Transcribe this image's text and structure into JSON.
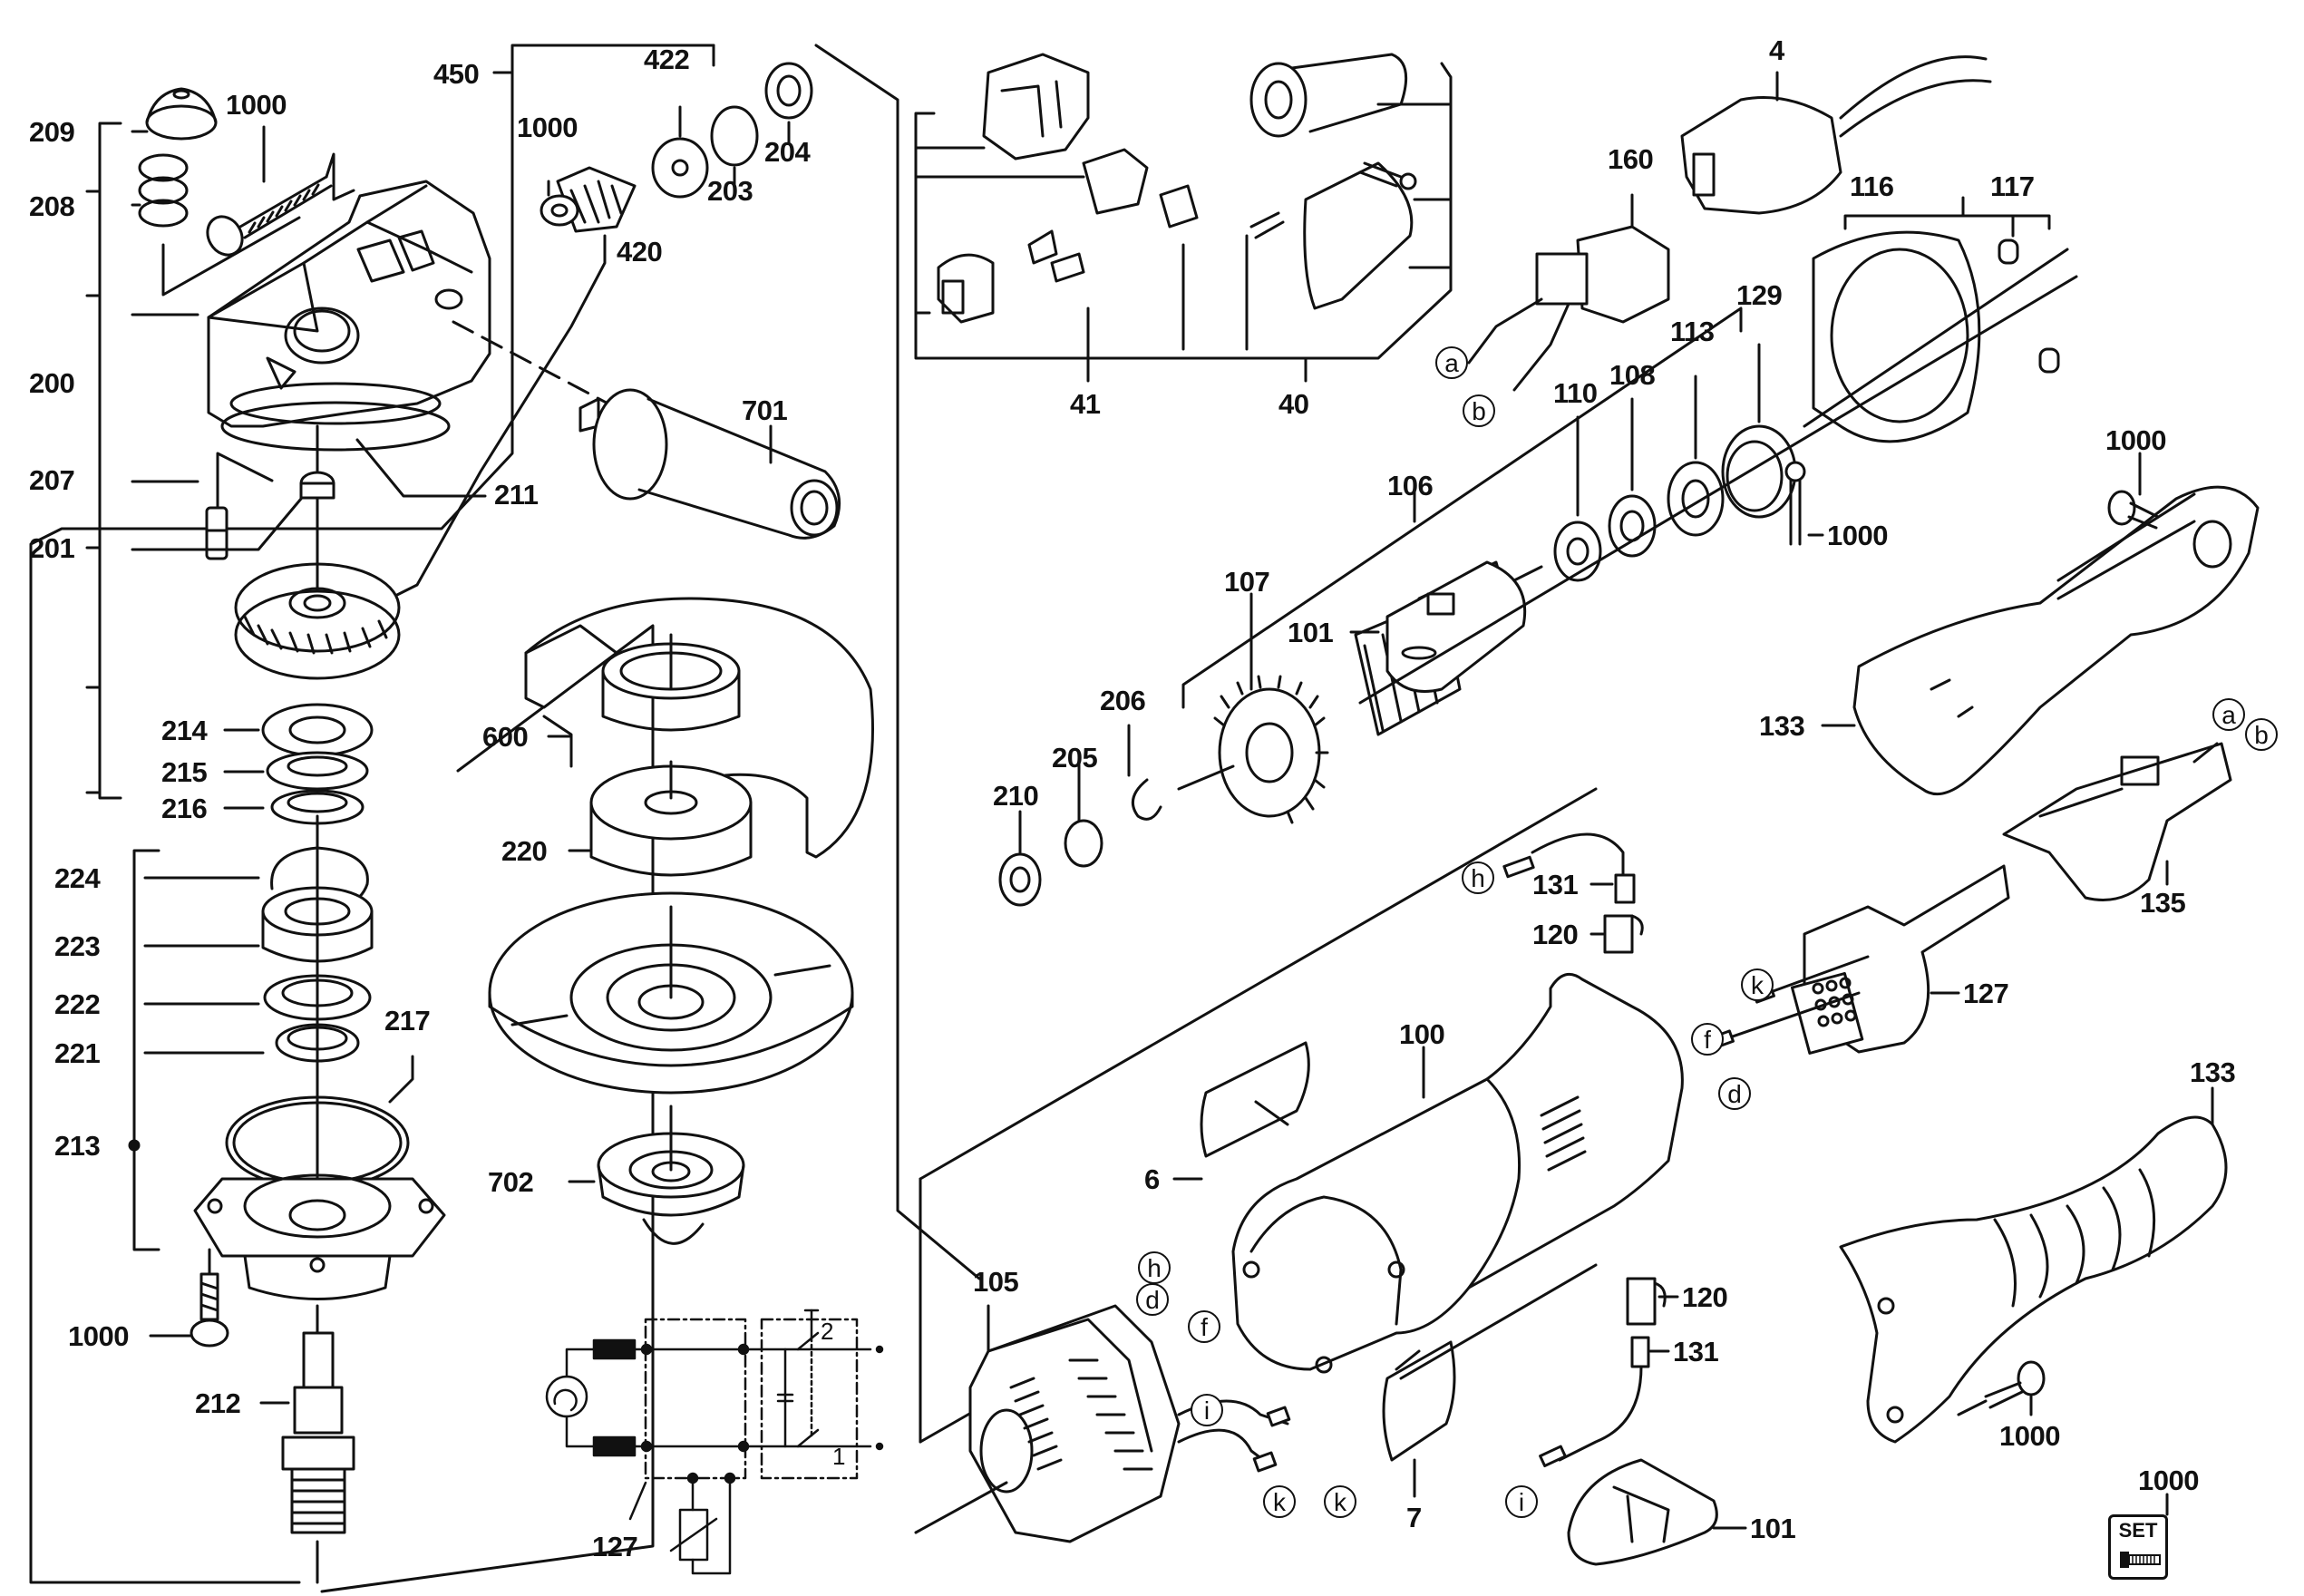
{
  "diagram": {
    "title": "Angle grinder exploded parts view",
    "part_labels": [
      {
        "id": "lbl-209",
        "text": "209"
      },
      {
        "id": "lbl-208",
        "text": "208"
      },
      {
        "id": "lbl-200",
        "text": "200"
      },
      {
        "id": "lbl-207",
        "text": "207"
      },
      {
        "id": "lbl-201",
        "text": "201"
      },
      {
        "id": "lbl-1000-a",
        "text": "1000"
      },
      {
        "id": "lbl-450",
        "text": "450"
      },
      {
        "id": "lbl-422",
        "text": "422"
      },
      {
        "id": "lbl-1000-b",
        "text": "1000"
      },
      {
        "id": "lbl-203",
        "text": "203"
      },
      {
        "id": "lbl-204",
        "text": "204"
      },
      {
        "id": "lbl-420",
        "text": "420"
      },
      {
        "id": "lbl-211",
        "text": "211"
      },
      {
        "id": "lbl-701",
        "text": "701"
      },
      {
        "id": "lbl-41",
        "text": "41"
      },
      {
        "id": "lbl-40",
        "text": "40"
      },
      {
        "id": "lbl-4",
        "text": "4"
      },
      {
        "id": "lbl-160",
        "text": "160"
      },
      {
        "id": "lbl-116",
        "text": "116"
      },
      {
        "id": "lbl-117",
        "text": "117"
      },
      {
        "id": "lbl-129",
        "text": "129"
      },
      {
        "id": "lbl-113",
        "text": "113"
      },
      {
        "id": "lbl-108",
        "text": "108"
      },
      {
        "id": "lbl-110",
        "text": "110"
      },
      {
        "id": "lbl-106",
        "text": "106"
      },
      {
        "id": "lbl-107",
        "text": "107"
      },
      {
        "id": "lbl-1000-c",
        "text": "1000"
      },
      {
        "id": "lbl-101-a",
        "text": "101"
      },
      {
        "id": "lbl-1000-d",
        "text": "1000"
      },
      {
        "id": "lbl-133-a",
        "text": "133"
      },
      {
        "id": "lbl-135",
        "text": "135"
      },
      {
        "id": "lbl-206",
        "text": "206"
      },
      {
        "id": "lbl-205",
        "text": "205"
      },
      {
        "id": "lbl-210",
        "text": "210"
      },
      {
        "id": "lbl-214",
        "text": "214"
      },
      {
        "id": "lbl-215",
        "text": "215"
      },
      {
        "id": "lbl-216",
        "text": "216"
      },
      {
        "id": "lbl-224",
        "text": "224"
      },
      {
        "id": "lbl-223",
        "text": "223"
      },
      {
        "id": "lbl-222",
        "text": "222"
      },
      {
        "id": "lbl-221",
        "text": "221"
      },
      {
        "id": "lbl-217",
        "text": "217"
      },
      {
        "id": "lbl-213",
        "text": "213"
      },
      {
        "id": "lbl-1000-e",
        "text": "1000"
      },
      {
        "id": "lbl-212",
        "text": "212"
      },
      {
        "id": "lbl-600",
        "text": "600"
      },
      {
        "id": "lbl-220",
        "text": "220"
      },
      {
        "id": "lbl-702",
        "text": "702"
      },
      {
        "id": "lbl-127-a",
        "text": "127"
      },
      {
        "id": "lbl-131-a",
        "text": "131"
      },
      {
        "id": "lbl-120-a",
        "text": "120"
      },
      {
        "id": "lbl-127-b",
        "text": "127"
      },
      {
        "id": "lbl-100",
        "text": "100"
      },
      {
        "id": "lbl-6",
        "text": "6"
      },
      {
        "id": "lbl-105",
        "text": "105"
      },
      {
        "id": "lbl-7",
        "text": "7"
      },
      {
        "id": "lbl-120-b",
        "text": "120"
      },
      {
        "id": "lbl-131-b",
        "text": "131"
      },
      {
        "id": "lbl-101-b",
        "text": "101"
      },
      {
        "id": "lbl-133-b",
        "text": "133"
      },
      {
        "id": "lbl-1000-f",
        "text": "1000"
      },
      {
        "id": "lbl-1000-set",
        "text": "1000"
      }
    ],
    "wire_markers": [
      {
        "id": "mk-a-1",
        "text": "a"
      },
      {
        "id": "mk-b-1",
        "text": "b"
      },
      {
        "id": "mk-a-2",
        "text": "a"
      },
      {
        "id": "mk-b-2",
        "text": "b"
      },
      {
        "id": "mk-h-1",
        "text": "h"
      },
      {
        "id": "mk-k-1",
        "text": "k"
      },
      {
        "id": "mk-f-1",
        "text": "f"
      },
      {
        "id": "mk-d-1",
        "text": "d"
      },
      {
        "id": "mk-h-2",
        "text": "h"
      },
      {
        "id": "mk-d-2",
        "text": "d"
      },
      {
        "id": "mk-f-2",
        "text": "f"
      },
      {
        "id": "mk-i-1",
        "text": "i"
      },
      {
        "id": "mk-k-2",
        "text": "k"
      },
      {
        "id": "mk-k-3",
        "text": "k"
      },
      {
        "id": "mk-i-2",
        "text": "i"
      }
    ],
    "schematic": {
      "switch_labels": [
        "2",
        "1"
      ]
    },
    "set_badge": {
      "text": "SET"
    }
  }
}
